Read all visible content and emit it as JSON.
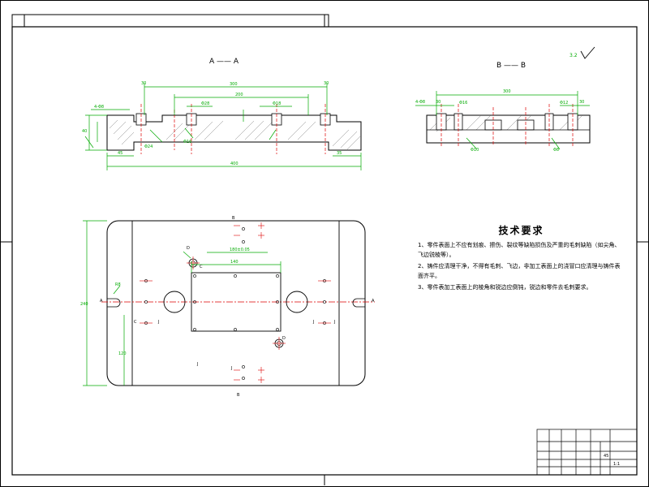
{
  "views": {
    "section_a_title": "A —— A",
    "section_b_title": "B —— B"
  },
  "roughness_mark": "3.2",
  "tech_notes": {
    "title": "技术要求",
    "items": [
      "1、零件表面上不应有划痕、擦伤、裂纹等缺陷损伤及严重的毛刺缺陷（如尖角、飞边锐棱等）。",
      "2、铸件应清理干净，不得有毛刺、飞边，非加工表面上的浇冒口应清理与铸件表面齐平。",
      "3、零件表加工表面上的棱角和锐边应倒钝，锐边和零件去毛刺要求。"
    ]
  },
  "title_block": {
    "material": "45",
    "scale": "1:1"
  },
  "colors": {
    "outline": "#000000",
    "dimension": "#00aa00",
    "centerline": "#dd0000",
    "hatch": "#555555"
  }
}
